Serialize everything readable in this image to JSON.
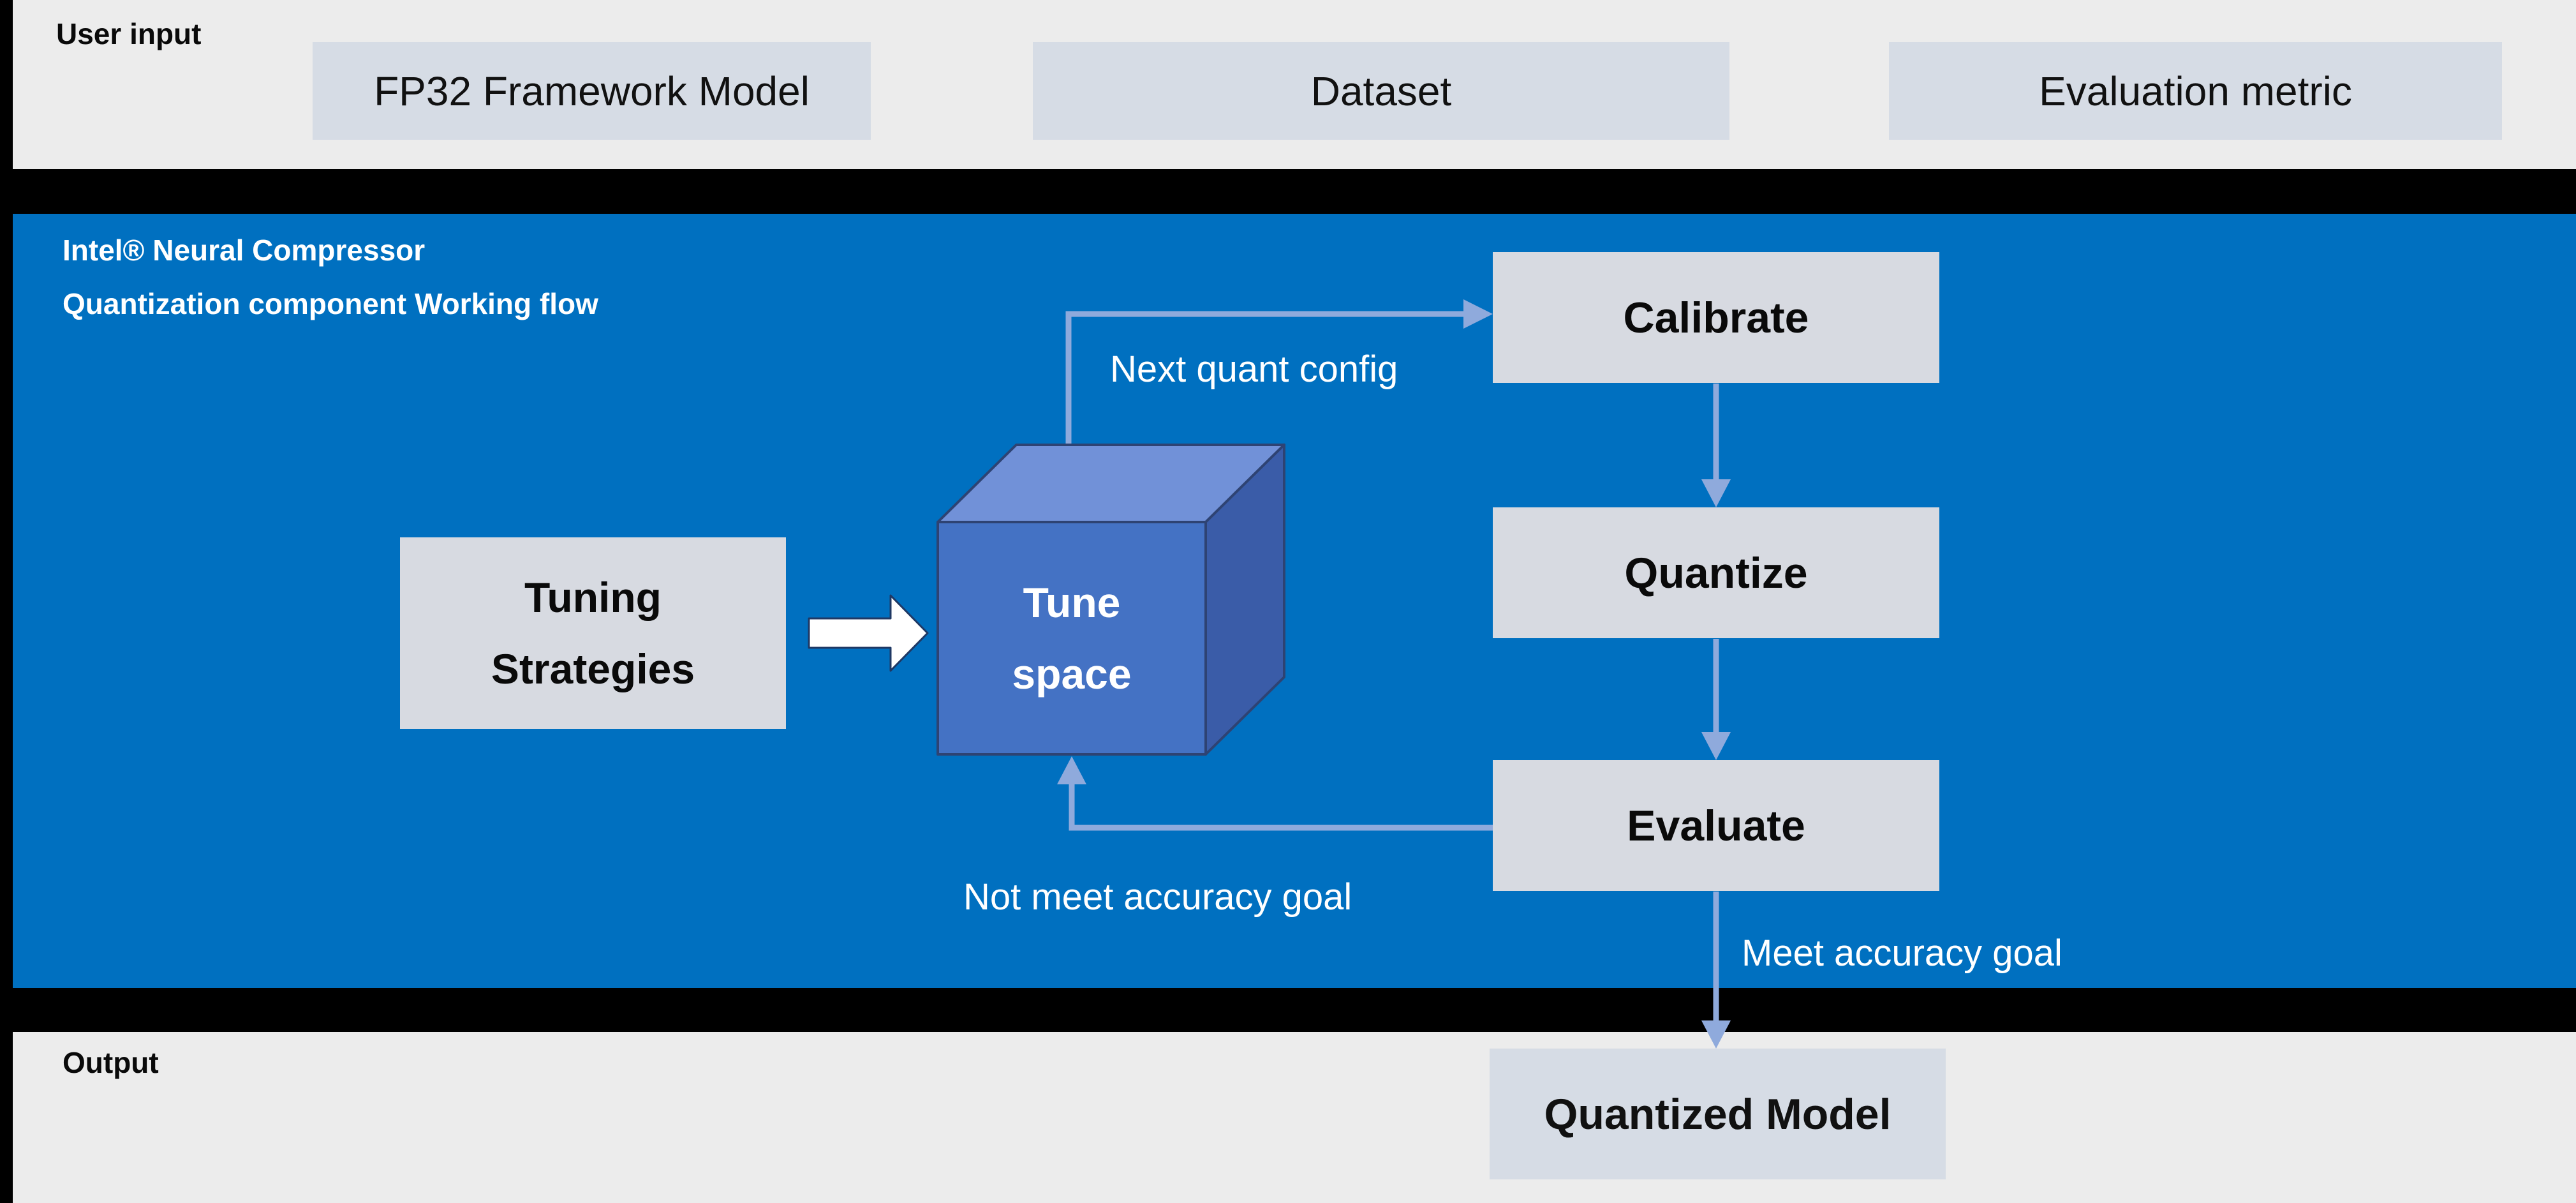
{
  "colors": {
    "page_background": "#000000",
    "section_gray": "#ECECEC",
    "workflow_blue": "#0070C0",
    "input_box_fill": "#D6DCE5",
    "process_box_fill": "#D7DAE1",
    "arrow": "#8FAADC",
    "block_arrow_fill": "#FFFFFF",
    "block_arrow_outline": "#1F3864",
    "cube_front": "#4472C4",
    "cube_top": "#7191D8",
    "cube_side": "#3A5CA8",
    "cube_border": "#2E4373",
    "text_dark": "#0A0A0A",
    "text_white": "#FFFFFF"
  },
  "user_input": {
    "label": "User input",
    "boxes": [
      {
        "label": "FP32 Framework Model"
      },
      {
        "label": "Dataset"
      },
      {
        "label": "Evaluation metric"
      }
    ]
  },
  "workflow": {
    "title_line1": "Intel® Neural Compressor",
    "title_line2": "Quantization component Working flow",
    "tuning_strategies_label": "Tuning\nStrategies",
    "tune_space_label": "Tune\nspace",
    "steps": [
      {
        "label": "Calibrate"
      },
      {
        "label": "Quantize"
      },
      {
        "label": "Evaluate"
      }
    ],
    "arrow_labels": {
      "next_quant_config": "Next quant config",
      "not_meet": "Not meet accuracy goal",
      "meet": "Meet accuracy goal"
    }
  },
  "output": {
    "label": "Output",
    "boxes": [
      {
        "label": "Quantized Model"
      }
    ]
  }
}
